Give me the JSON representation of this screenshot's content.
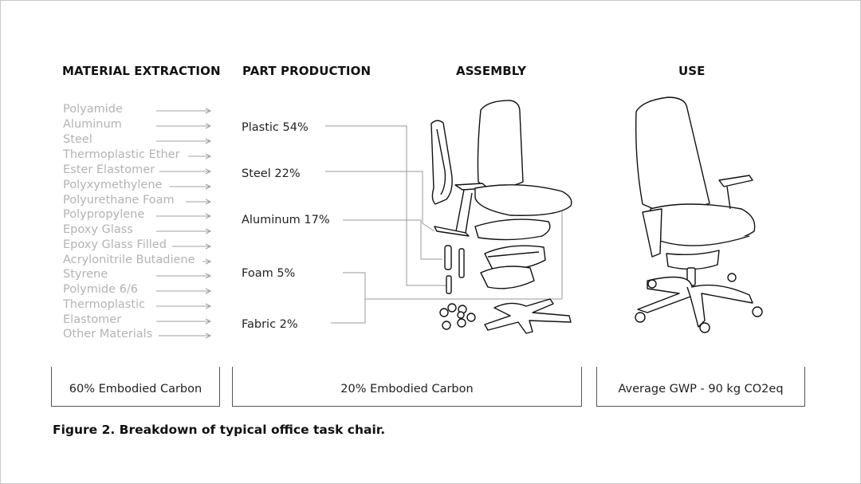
{
  "headings": {
    "material_extraction": "MATERIAL EXTRACTION",
    "part_production": "PART  PRODUCTION",
    "assembly": "ASSEMBLY",
    "use": "USE"
  },
  "materials": [
    "Polyamide",
    "Aluminum",
    "Steel",
    "Thermoplastic Ether",
    "Ester Elastomer",
    "Polyxymethylene",
    "Polyurethane Foam",
    "Polypropylene",
    "Epoxy Glass",
    "Epoxy Glass Filled",
    "Acrylonitrile Butadiene",
    "Styrene",
    "Polymide 6/6",
    "Thermoplastic",
    "Elastomer",
    "Other Materials"
  ],
  "parts": [
    "Plastic 54%",
    "Steel 22%",
    "Aluminum 17%",
    "Foam 5%",
    "Fabric 2%"
  ],
  "summaries": {
    "material": "60% Embodied Carbon",
    "production": "20% Embodied Carbon",
    "use": "Average GWP - 90 kg CO2eq"
  },
  "caption": "Figure 2. Breakdown of typical office task chair.",
  "colors": {
    "material_text": "#b3b3b3",
    "line": "#999999",
    "ink": "#222222"
  }
}
